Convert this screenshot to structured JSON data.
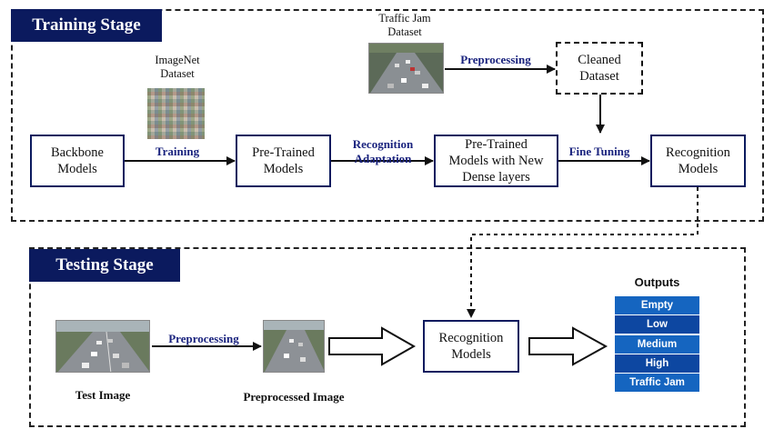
{
  "stages": {
    "training_title": "Training Stage",
    "testing_title": "Testing Stage"
  },
  "training": {
    "imagenet_caption": "ImageNet\nDataset",
    "trafficjam_caption": "Traffic Jam\nDataset",
    "cleaned_dataset": "Cleaned\nDataset",
    "backbone_models": "Backbone\nModels",
    "pretrained_models": "Pre-Trained\nModels",
    "pretrained_new_dense": "Pre-Trained\nModels with New\nDense layers",
    "recognition_models": "Recognition\nModels",
    "label_preprocessing": "Preprocessing",
    "label_training": "Training",
    "label_recognition_adaptation": "Recognition\nAdaptation",
    "label_fine_tuning": "Fine Tuning"
  },
  "testing": {
    "test_image_caption": "Test Image",
    "preprocessed_image_caption": "Preprocessed Image",
    "label_preprocessing": "Preprocessing",
    "recognition_models": "Recognition\nModels",
    "outputs_title": "Outputs",
    "outputs": [
      "Empty",
      "Low",
      "Medium",
      "High",
      "Traffic Jam"
    ],
    "output_colors": [
      "#1565c0",
      "#0d47a1",
      "#1565c0",
      "#0d47a1",
      "#1565c0"
    ]
  },
  "colors": {
    "stage_title_bg": "#0b1a5e",
    "box_border": "#0b1a5e",
    "edge_label": "#1a237e"
  }
}
